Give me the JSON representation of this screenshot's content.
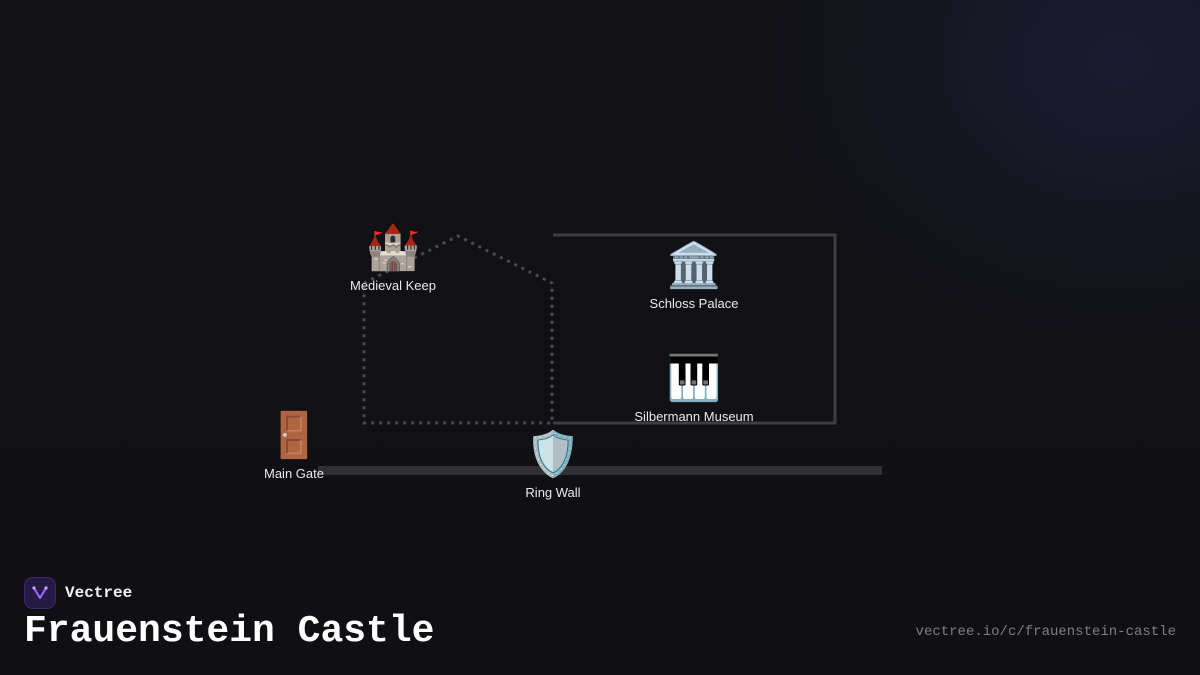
{
  "title": "Frauenstein Castle",
  "brand": {
    "name": "Vectree",
    "logo_icon": "vectree-branch-icon",
    "logo_color": "#9b6bff"
  },
  "url": "vectree.io/c/frauenstein-castle",
  "colors": {
    "background": "#111116",
    "line": "#4a4a4e",
    "wall": "#303033",
    "label": "#e8e8ee"
  },
  "nodes": [
    {
      "id": "medieval-keep",
      "label": "Medieval Keep",
      "emoji": "🏰",
      "icon": "castle-icon"
    },
    {
      "id": "schloss-palace",
      "label": "Schloss Palace",
      "emoji": "🏛️",
      "icon": "classical-building-icon"
    },
    {
      "id": "silbermann-museum",
      "label": "Silbermann Museum",
      "emoji": "🎹",
      "icon": "piano-keys-icon"
    },
    {
      "id": "main-gate",
      "label": "Main Gate",
      "emoji": "🚪",
      "icon": "door-icon"
    },
    {
      "id": "ring-wall",
      "label": "Ring Wall",
      "emoji": "🛡️",
      "icon": "shield-icon"
    }
  ]
}
